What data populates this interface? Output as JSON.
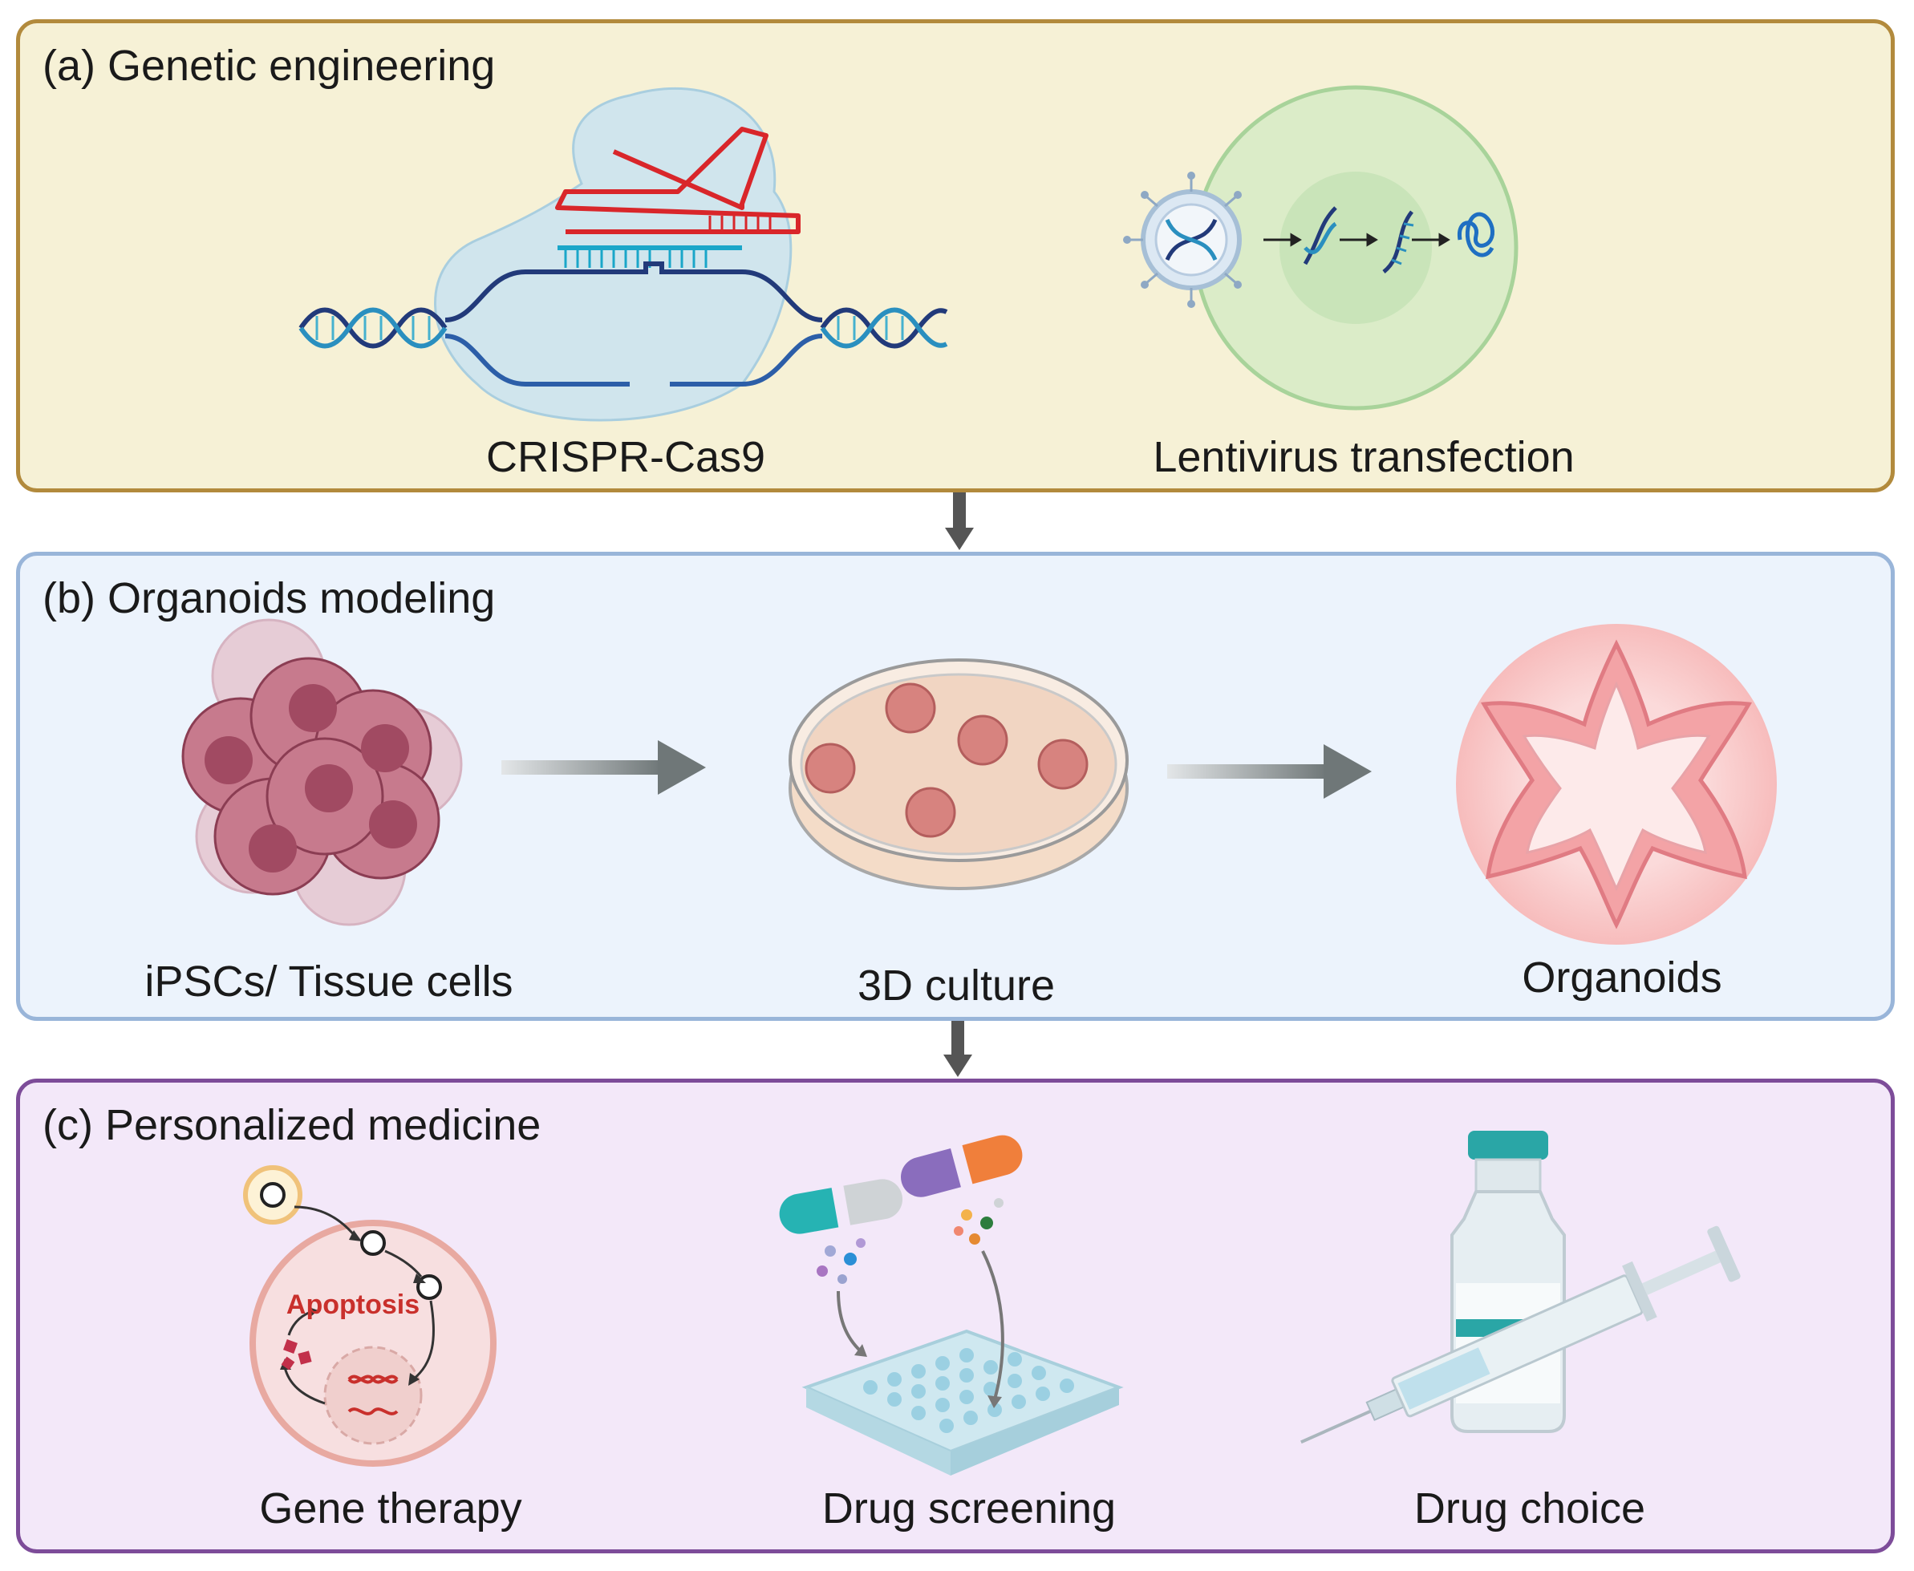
{
  "panels": [
    {
      "title": "(a) Genetic engineering",
      "items": [
        "CRISPR-Cas9",
        "Lentivirus transfection"
      ]
    },
    {
      "title": "(b) Organoids modeling",
      "items": [
        "iPSCs/ Tissue cells",
        "3D culture",
        "Organoids"
      ]
    },
    {
      "title": "(c) Personalized medicine",
      "items": [
        "Gene therapy",
        "Drug screening",
        "Drug choice"
      ],
      "annotation": "Apoptosis"
    }
  ],
  "colors": {
    "panel_a": "#f6f1d6",
    "panel_b": "#ecf3fc",
    "panel_c": "#f3e8f9"
  }
}
